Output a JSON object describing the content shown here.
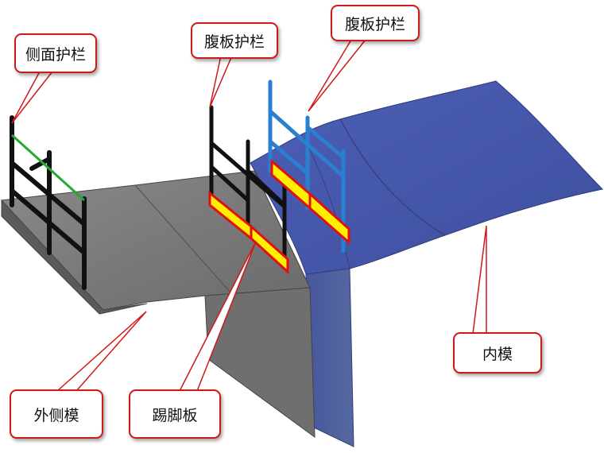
{
  "labels": {
    "side_guardrail": "侧面护栏",
    "web_guardrail_black": "腹板护栏",
    "web_guardrail_blue": "腹板护栏",
    "inner_formwork": "内模",
    "outer_side_formwork": "外侧模",
    "toe_board": "踢脚板"
  },
  "colors": {
    "callout": "#d01818",
    "outer_formwork": "#7a7a7a",
    "inner_formwork": "#4a5aa8",
    "blue_guardrail": "#2a7fd0",
    "toe_board_fill": "#ffee00",
    "side_rail_green": "#22aa33"
  }
}
